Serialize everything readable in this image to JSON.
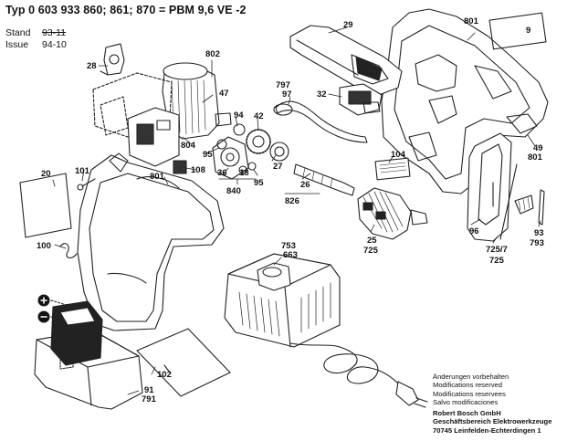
{
  "header": {
    "type_line": "Typ 0 603 933 860; 861; 870 = PBM 9,6 VE -2",
    "stand_label": "Stand",
    "stand_value": "93-11",
    "issue_label": "Issue",
    "issue_value": "94-10"
  },
  "parts": {
    "p28": "28",
    "p802": "802",
    "p47": "47",
    "p94": "94",
    "p42": "42",
    "p797": "797",
    "p797b": "97",
    "p32": "32",
    "p29": "29",
    "p801a": "801",
    "p9": "9",
    "p49": "49",
    "p801c": "801",
    "p804": "804",
    "p95a": "95",
    "p108": "108",
    "p36": "36",
    "p18": "18",
    "p95b": "95",
    "p840": "840",
    "p27": "27",
    "p826": "826",
    "p26": "26",
    "p104": "104",
    "p101": "101",
    "p20": "20",
    "p801b": "801",
    "p100": "100",
    "p96": "96",
    "p93": "93",
    "p793": "793",
    "p7257": "725/7",
    "p725b": "725",
    "p25": "25",
    "p725a": "725",
    "p753": "753",
    "p663": "663",
    "p102": "102",
    "p91": "91",
    "p791": "791"
  },
  "notes": [
    "Änderungen vorbehalten",
    "Modifications reserved",
    "Modifications reservees",
    "Salvo modificaciones"
  ],
  "company": [
    "Robert Bosch GmbH",
    "Geschäftsbereich Elektrowerkzeuge",
    "70745 Leinfelden-Echterdingen 1"
  ]
}
